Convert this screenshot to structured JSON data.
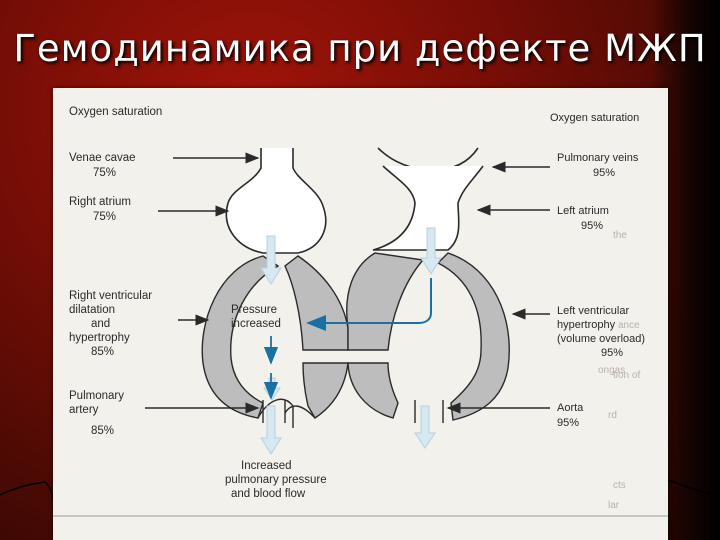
{
  "slide": {
    "title": "Гемодинамика при дефекте МЖП"
  },
  "diagram": {
    "left_header": "Oxygen saturation",
    "right_header": "Oxygen saturation",
    "venae_cavae": {
      "label": "Venae cavae",
      "value": "75%"
    },
    "right_atrium": {
      "label": "Right atrium",
      "value": "75%"
    },
    "rv": {
      "line1": "Right ventricular",
      "line2": "dilatation",
      "line3": "and",
      "line4": "hypertrophy",
      "value": "85%"
    },
    "pulmonary_artery": {
      "line1": "Pulmonary",
      "line2": "artery",
      "value": "85%"
    },
    "pulmonary_veins": {
      "label": "Pulmonary veins",
      "value": "95%"
    },
    "left_atrium": {
      "label": "Left atrium",
      "value": "95%"
    },
    "lv": {
      "line1": "Left ventricular",
      "line2": "hypertrophy",
      "line3": "(volume overload)",
      "value": "95%"
    },
    "aorta": {
      "label": "Aorta",
      "value": "95%"
    },
    "pressure": {
      "line1": "Pressure",
      "line2": "increased"
    },
    "increased": {
      "line1": "Increased",
      "line2": "pulmonary pressure",
      "line3": "and blood flow"
    },
    "colors": {
      "shunt_arrow": "#1a6fa3",
      "flow_arrow": "#d6e8f0",
      "wall_fill": "#bdbdbd",
      "wall_stroke": "#2a2a2a"
    }
  }
}
